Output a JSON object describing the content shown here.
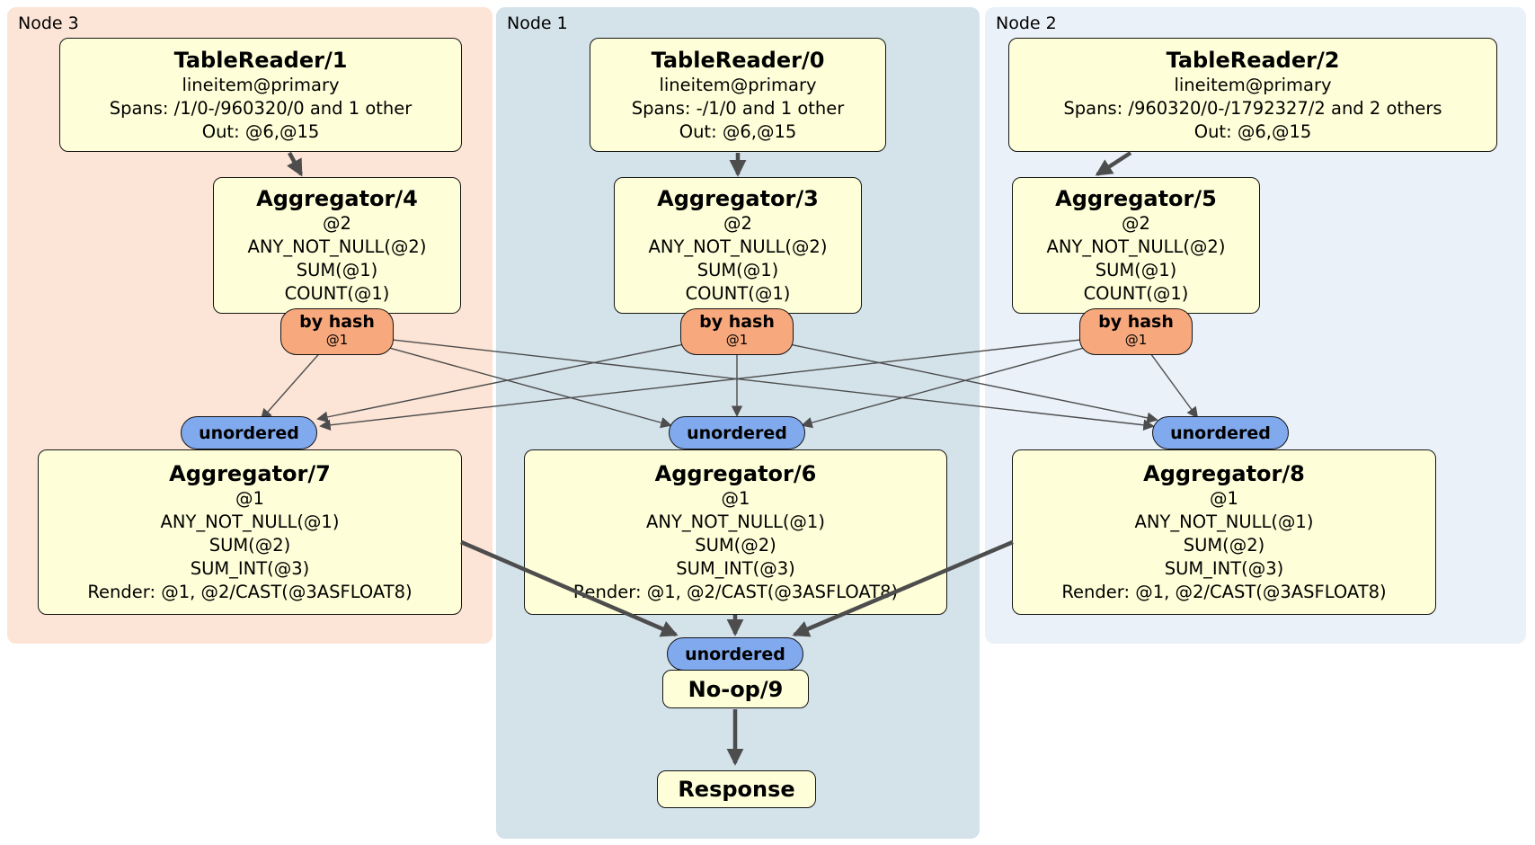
{
  "diagram_type": "distributed SQL physical plan",
  "regions": [
    {
      "id": "node3",
      "label": "Node 3",
      "color": "#fce4d6"
    },
    {
      "id": "node1",
      "label": "Node 1",
      "color": "#d4e2ea"
    },
    {
      "id": "node2",
      "label": "Node 2",
      "color": "#eaf1f9"
    }
  ],
  "boxes": {
    "tr1": {
      "title": "TableReader/1",
      "lines": [
        "lineitem@primary",
        "Spans: /1/0-/960320/0 and 1 other",
        "Out: @6,@15"
      ]
    },
    "tr0": {
      "title": "TableReader/0",
      "lines": [
        "lineitem@primary",
        "Spans: -/1/0 and 1 other",
        "Out: @6,@15"
      ]
    },
    "tr2": {
      "title": "TableReader/2",
      "lines": [
        "lineitem@primary",
        "Spans: /960320/0-/1792327/2 and 2 others",
        "Out: @6,@15"
      ]
    },
    "agg4": {
      "title": "Aggregator/4",
      "lines": [
        "@2",
        "ANY_NOT_NULL(@2)",
        "SUM(@1)",
        "COUNT(@1)"
      ]
    },
    "agg3": {
      "title": "Aggregator/3",
      "lines": [
        "@2",
        "ANY_NOT_NULL(@2)",
        "SUM(@1)",
        "COUNT(@1)"
      ]
    },
    "agg5": {
      "title": "Aggregator/5",
      "lines": [
        "@2",
        "ANY_NOT_NULL(@2)",
        "SUM(@1)",
        "COUNT(@1)"
      ]
    },
    "agg7": {
      "title": "Aggregator/7",
      "lines": [
        "@1",
        "ANY_NOT_NULL(@1)",
        "SUM(@2)",
        "SUM_INT(@3)",
        "Render: @1, @2/CAST(@3ASFLOAT8)"
      ]
    },
    "agg6": {
      "title": "Aggregator/6",
      "lines": [
        "@1",
        "ANY_NOT_NULL(@1)",
        "SUM(@2)",
        "SUM_INT(@3)",
        "Render: @1, @2/CAST(@3ASFLOAT8)"
      ]
    },
    "agg8": {
      "title": "Aggregator/8",
      "lines": [
        "@1",
        "ANY_NOT_NULL(@1)",
        "SUM(@2)",
        "SUM_INT(@3)",
        "Render: @1, @2/CAST(@3ASFLOAT8)"
      ]
    },
    "noop": {
      "title": "No-op/9"
    },
    "response": {
      "title": "Response"
    }
  },
  "routers": {
    "by_hash_label": "by hash",
    "by_hash_sub": "@1",
    "unordered_label": "unordered"
  },
  "colors": {
    "region_node3": "#fce4d6",
    "region_node1": "#d4e2ea",
    "region_node2": "#eaf1f9",
    "processor_box_fill": "#feffd8",
    "by_hash_router_fill": "#f7a87c",
    "unordered_sync_fill": "#80a9ee",
    "edge_stroke": "#4d4d4d",
    "border": "#151515"
  },
  "edges": [
    {
      "from": "TableReader/1",
      "to": "Aggregator/4",
      "style": "thick"
    },
    {
      "from": "TableReader/0",
      "to": "Aggregator/3",
      "style": "thick"
    },
    {
      "from": "TableReader/2",
      "to": "Aggregator/5",
      "style": "thick"
    },
    {
      "from": "by hash (Aggregator/4)",
      "to": "unordered (Aggregator/7)",
      "style": "thin"
    },
    {
      "from": "by hash (Aggregator/4)",
      "to": "unordered (Aggregator/6)",
      "style": "thin"
    },
    {
      "from": "by hash (Aggregator/4)",
      "to": "unordered (Aggregator/8)",
      "style": "thin"
    },
    {
      "from": "by hash (Aggregator/3)",
      "to": "unordered (Aggregator/7)",
      "style": "thin"
    },
    {
      "from": "by hash (Aggregator/3)",
      "to": "unordered (Aggregator/6)",
      "style": "thin"
    },
    {
      "from": "by hash (Aggregator/3)",
      "to": "unordered (Aggregator/8)",
      "style": "thin"
    },
    {
      "from": "by hash (Aggregator/5)",
      "to": "unordered (Aggregator/7)",
      "style": "thin"
    },
    {
      "from": "by hash (Aggregator/5)",
      "to": "unordered (Aggregator/6)",
      "style": "thin"
    },
    {
      "from": "by hash (Aggregator/5)",
      "to": "unordered (Aggregator/8)",
      "style": "thin"
    },
    {
      "from": "Aggregator/7",
      "to": "unordered (No-op/9)",
      "style": "thick"
    },
    {
      "from": "Aggregator/6",
      "to": "unordered (No-op/9)",
      "style": "thick"
    },
    {
      "from": "Aggregator/8",
      "to": "unordered (No-op/9)",
      "style": "thick"
    },
    {
      "from": "No-op/9",
      "to": "Response",
      "style": "thick"
    }
  ]
}
